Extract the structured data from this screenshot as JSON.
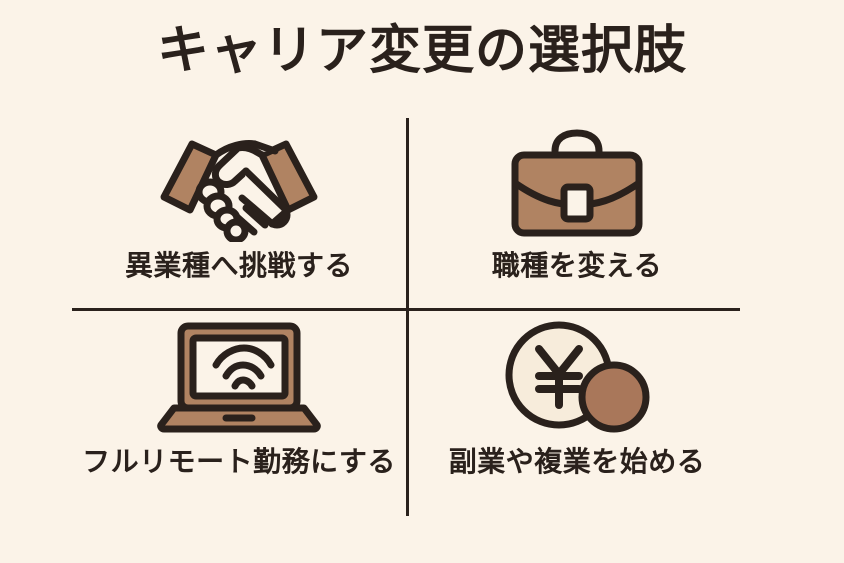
{
  "page": {
    "title": "キャリア変更の選択肢",
    "background_color": "#fbf3e8",
    "ink_color": "#2a211c",
    "accent_tan": "#b08362",
    "accent_light": "#f7ecdb"
  },
  "cells": [
    {
      "icon": "handshake-icon",
      "label": "異業種へ挑戦する",
      "position": "top-left"
    },
    {
      "icon": "briefcase-icon",
      "label": "職種を変える",
      "position": "top-right"
    },
    {
      "icon": "laptop-wifi-icon",
      "label": "フルリモート勤務にする",
      "position": "bottom-left"
    },
    {
      "icon": "yen-coins-icon",
      "label": "副業や複業を始める",
      "position": "bottom-right"
    }
  ]
}
